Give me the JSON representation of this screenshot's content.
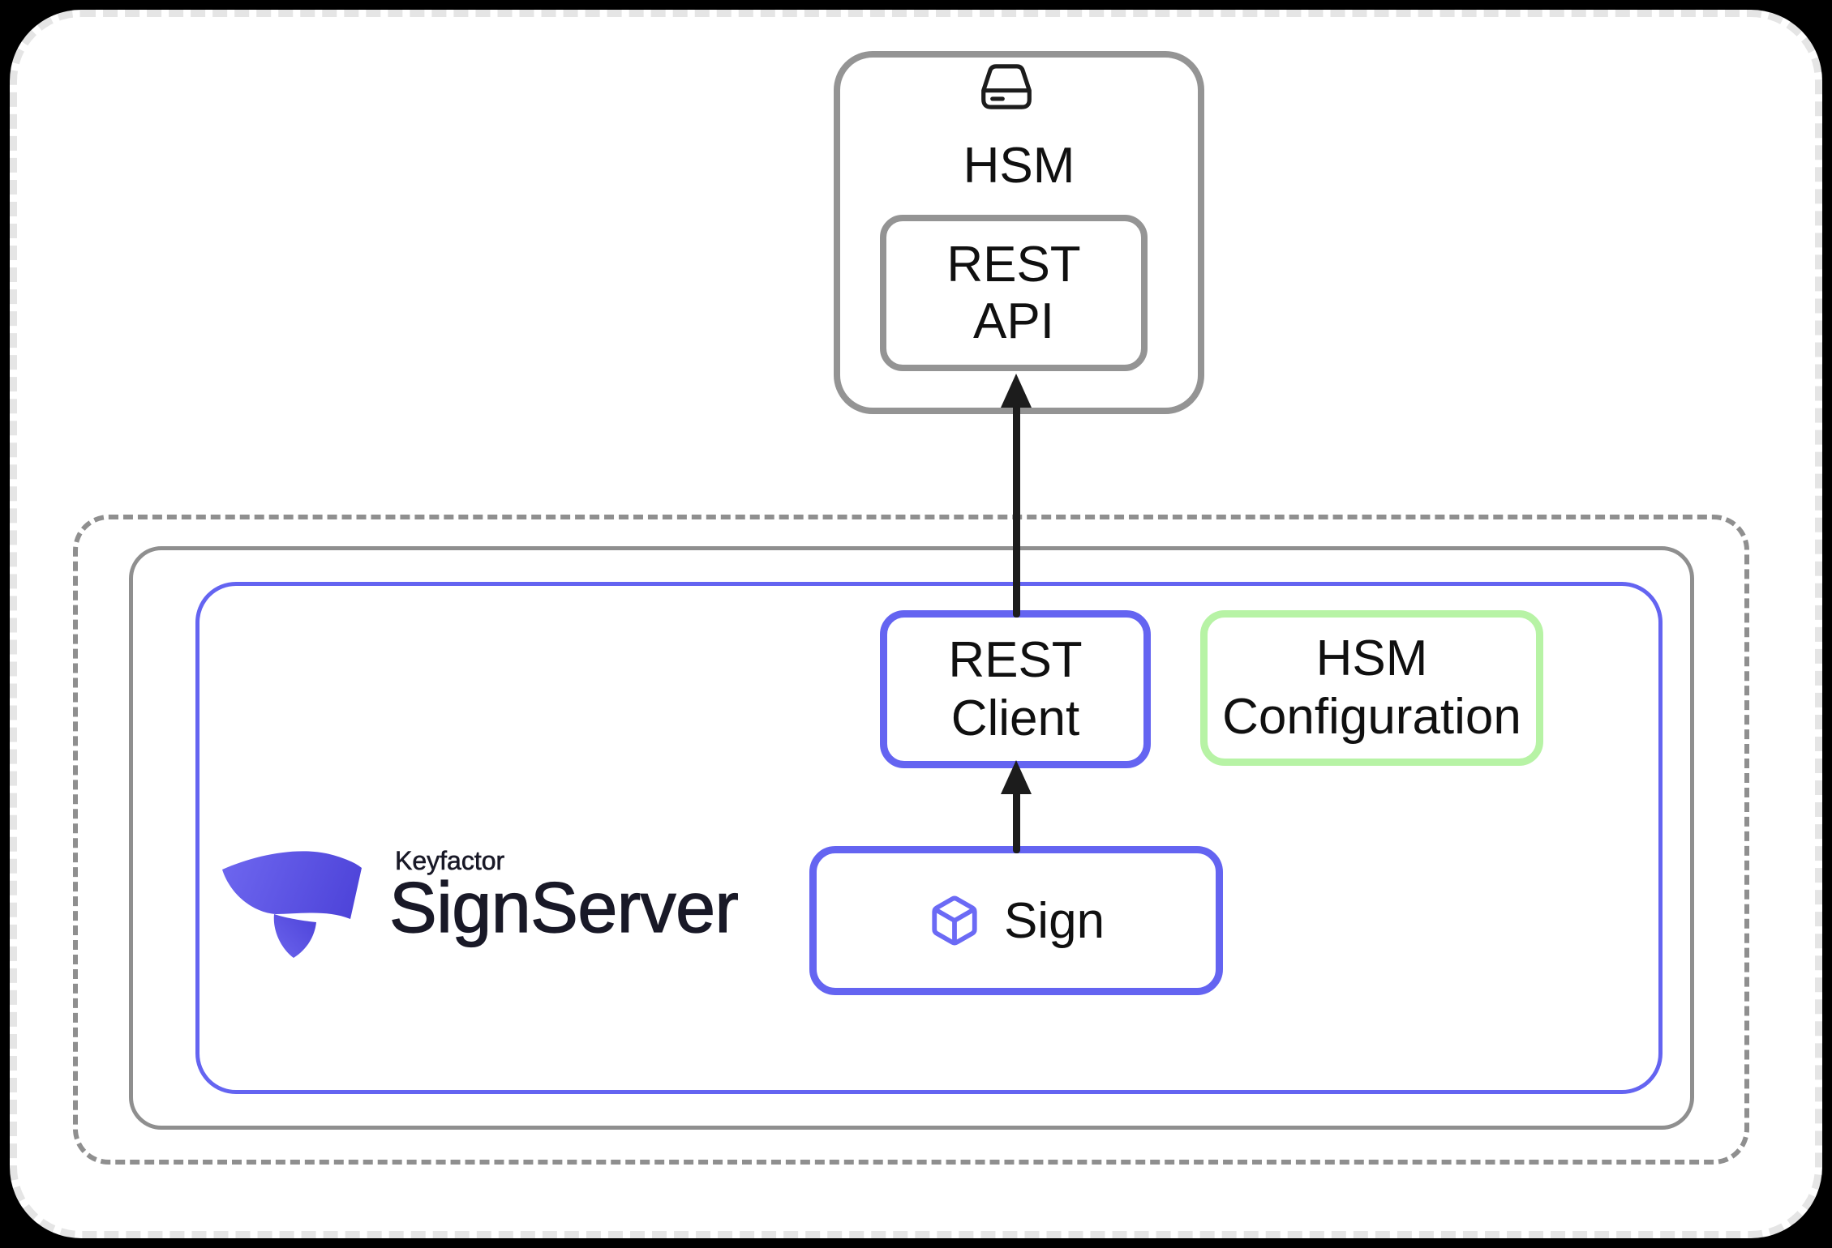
{
  "colors": {
    "accent_blue": "#6464f1",
    "accent_green": "#b7f3a5",
    "container_gray": "#8f8f8f",
    "arrow_black": "#1c1c1c",
    "card_border": "#e5e5e5",
    "logo_gradient_start": "#6f68f0",
    "logo_gradient_end": "#4c42d8"
  },
  "icons": {
    "hsm_device": "hsm-device-icon",
    "sign_cube": "cube-icon"
  },
  "hsm": {
    "label": "HSM",
    "rest_api": {
      "line1": "REST",
      "line2": "API"
    }
  },
  "signserver": {
    "rest_client": {
      "line1": "REST",
      "line2": "Client"
    },
    "hsm_configuration": {
      "line1": "HSM",
      "line2": "Configuration"
    },
    "sign": {
      "label": "Sign"
    },
    "logo": {
      "brand": "Keyfactor",
      "product": "SignServer"
    }
  }
}
